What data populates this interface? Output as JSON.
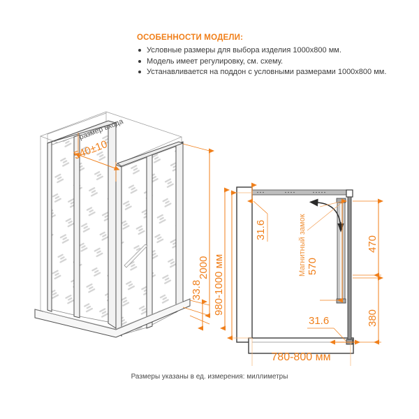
{
  "features": {
    "title": "ОСОБЕННОСТИ МОДЕЛИ:",
    "items": [
      "Условные размеры для выбора изделия 1000x800 мм.",
      "Модель имеет регулировку, см. схему.",
      "Устанавливается на поддон с условными размерами 1000x800 мм."
    ]
  },
  "isometric": {
    "entrance_label": "размер входа",
    "entrance_value": "540±10",
    "height_small": "33.8",
    "height_main": "2000",
    "height_total": "980-1000 мм"
  },
  "plan": {
    "top_rail_thickness": "31.6",
    "door_offset": "570",
    "door_width": "470",
    "bottom_segment": "380",
    "bottom_rail_thickness": "31.6",
    "width_label": "780-800 мм",
    "lock_label": "Магнитный замок"
  },
  "caption": "Размеры указаны в ед. измерения: миллиметры",
  "colors": {
    "accent": "#F07F1A",
    "line": "#4d4d4d",
    "glass": "#cfcfcf",
    "text": "#3a3a3a"
  }
}
